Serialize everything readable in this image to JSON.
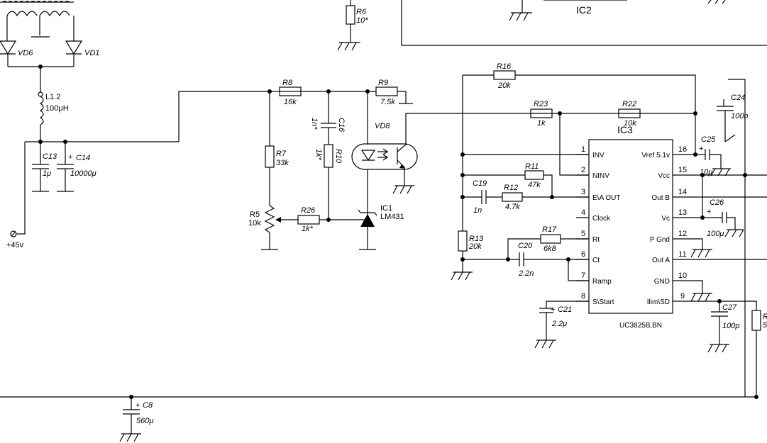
{
  "labels": {
    "vd6": "VD6",
    "vd1": "VD1",
    "l12_name": "L1.2",
    "l12_value": "100μH",
    "c13_name": "C13",
    "c13_value": "1μ",
    "c14_name": "C14",
    "c14_value": "10000μ",
    "vin": "+45v",
    "r6_name": "R6",
    "r6_value": "10*",
    "ic2": "IC2",
    "r8_name": "R8",
    "r8_value": "16k",
    "r9_name": "R9",
    "r9_value": "7.5k",
    "c16_name": "C16",
    "c16_value": "1n*",
    "r10_name": "R10",
    "r10_value": "1k*",
    "vd8": "VD8",
    "r7_name": "R7",
    "r7_value": "33k",
    "r5_name": "R5",
    "r5_value": "10k",
    "r26_name": "R26",
    "r26_value": "1k*",
    "ic1_name": "IC1",
    "ic1_value": "LM431",
    "r16_name": "R16",
    "r16_value": "20k",
    "r23_name": "R23",
    "r23_value": "1k",
    "r22_name": "R22",
    "r22_value": "10k",
    "ic3": "IC3",
    "c24_name": "C24",
    "c24_value": "100n",
    "c25_name": "C25",
    "c25_value": "10μ",
    "c26_name": "C26",
    "c26_value": "100μ",
    "r11_name": "R11",
    "r11_value": "47k",
    "c19_name": "C19",
    "c19_value": "1n",
    "r12_name": "R12",
    "r12_value": "4.7k",
    "r13_name": "R13",
    "r13_value": "20k",
    "r17_name": "R17",
    "r17_value": "6k8",
    "c20_name": "C20",
    "c20_value": "2.2n",
    "c21_name": "C21",
    "c21_value": "2.2μ",
    "c27_name": "C27",
    "c27_value": "100p",
    "c8_name": "C8",
    "c8_value": "560μ",
    "ic3_part": "UC3825B,BN",
    "r_edge_name": "R",
    "r_edge_value": "5"
  },
  "ic3_pins": {
    "left": [
      {
        "num": "1",
        "name": "INV"
      },
      {
        "num": "2",
        "name": "NINV"
      },
      {
        "num": "3",
        "name": "E\\A OUT"
      },
      {
        "num": "4",
        "name": "Clock"
      },
      {
        "num": "5",
        "name": "Rt"
      },
      {
        "num": "6",
        "name": "Ct"
      },
      {
        "num": "7",
        "name": "Ramp"
      },
      {
        "num": "8",
        "name": "S\\Start"
      }
    ],
    "right": [
      {
        "num": "16",
        "name": "Vref 5.1v"
      },
      {
        "num": "15",
        "name": "Vcc"
      },
      {
        "num": "14",
        "name": "Out B"
      },
      {
        "num": "13",
        "name": "Vc"
      },
      {
        "num": "12",
        "name": "P Gnd"
      },
      {
        "num": "11",
        "name": "Out A"
      },
      {
        "num": "10",
        "name": "GND"
      },
      {
        "num": "9",
        "name": "Ilim\\SD"
      }
    ]
  }
}
